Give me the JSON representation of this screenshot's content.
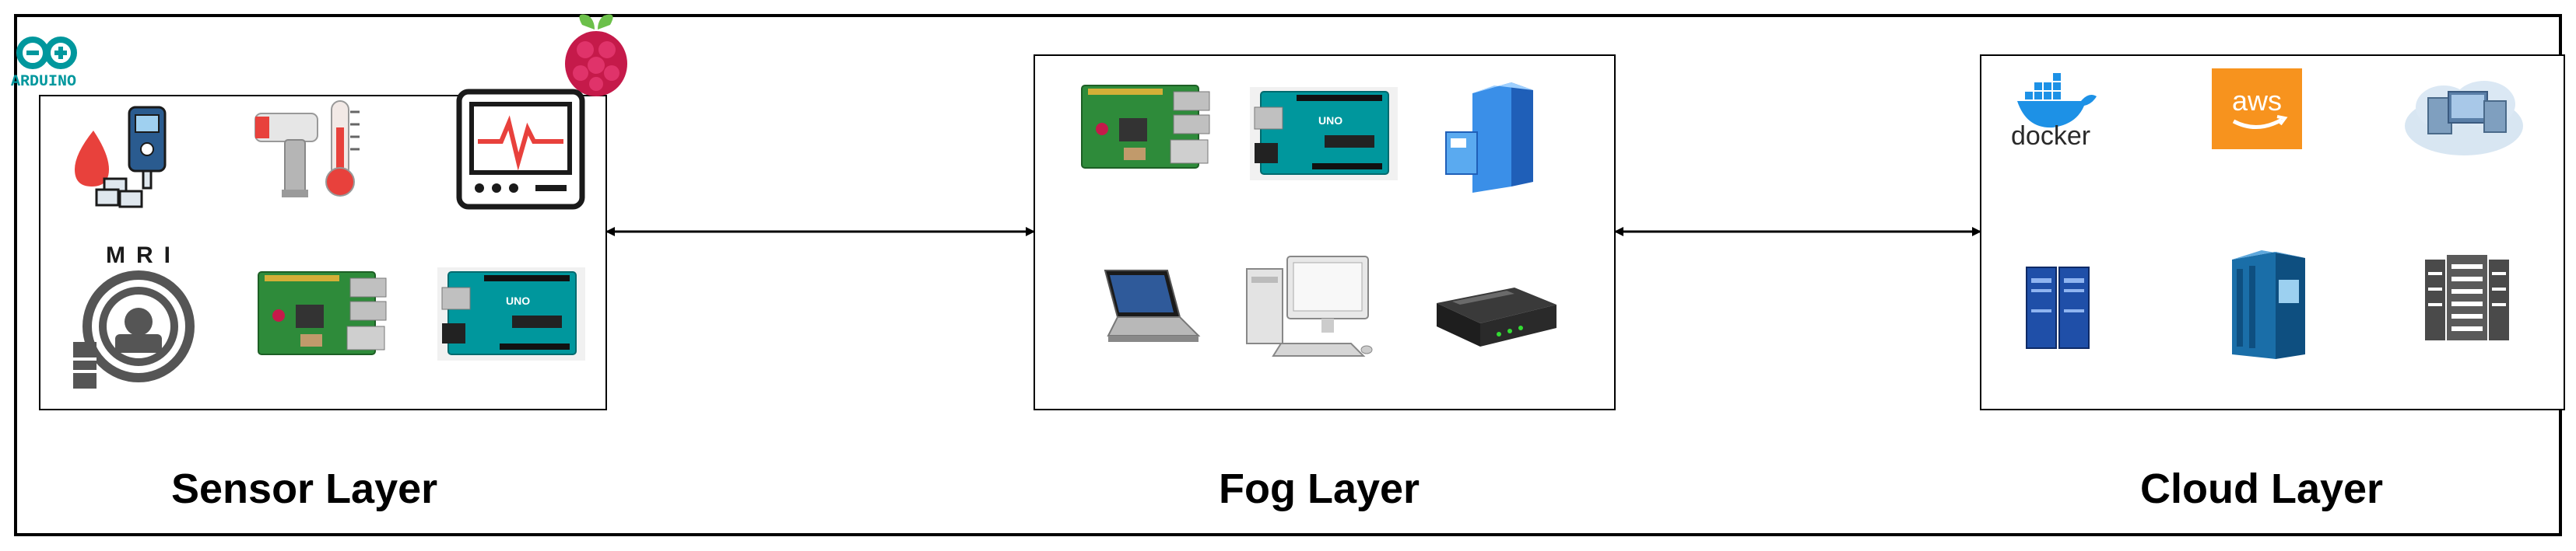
{
  "diagram": {
    "layers": {
      "sensor": {
        "label": "Sensor Layer",
        "icons": [
          "glucose-meter-icon",
          "thermometer-gun-icon",
          "heart-monitor-icon",
          "mri-scanner-icon",
          "raspberry-pi-board-icon",
          "arduino-board-icon"
        ],
        "mri_text": "MRI",
        "arduino_text": "ARDUINO"
      },
      "fog": {
        "label": "Fog Layer",
        "icons": [
          "raspberry-pi-board-icon",
          "arduino-board-icon",
          "server-icon",
          "laptop-icon",
          "desktop-computer-icon",
          "router-icon"
        ]
      },
      "cloud": {
        "label": "Cloud Layer",
        "icons": [
          "docker-icon",
          "aws-icon",
          "cloud-servers-icon",
          "blue-server-icon",
          "server-rack-icon",
          "datacenter-icon"
        ],
        "docker_text": "docker",
        "aws_text": "aws"
      }
    },
    "connections": [
      {
        "from": "sensor",
        "to": "fog",
        "type": "bidirectional"
      },
      {
        "from": "fog",
        "to": "cloud",
        "type": "bidirectional"
      }
    ],
    "colors": {
      "arduino": "#00979d",
      "raspberry": "#c51a4a",
      "pcb_green": "#2e8b3a",
      "aws_orange": "#f7931e",
      "docker_blue": "#1d91e6",
      "server_blue": "#1f4fa8"
    }
  }
}
